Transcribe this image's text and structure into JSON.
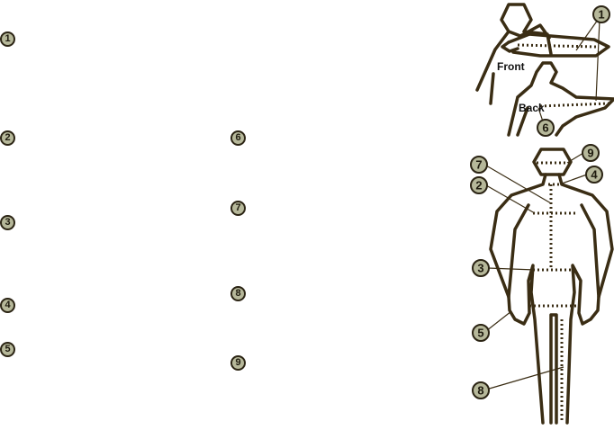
{
  "colors": {
    "outline": "#3a2d14",
    "badge_fill": "#b6b89a",
    "badge_border": "#2b2414",
    "background": "#ffffff"
  },
  "list_badges": [
    "1",
    "2",
    "3",
    "4",
    "5",
    "6",
    "7",
    "8",
    "9"
  ],
  "figure": {
    "front_label": "Front",
    "back_label": "Back",
    "badges": [
      "1",
      "6",
      "9",
      "7",
      "4",
      "2",
      "3",
      "5",
      "8"
    ]
  }
}
